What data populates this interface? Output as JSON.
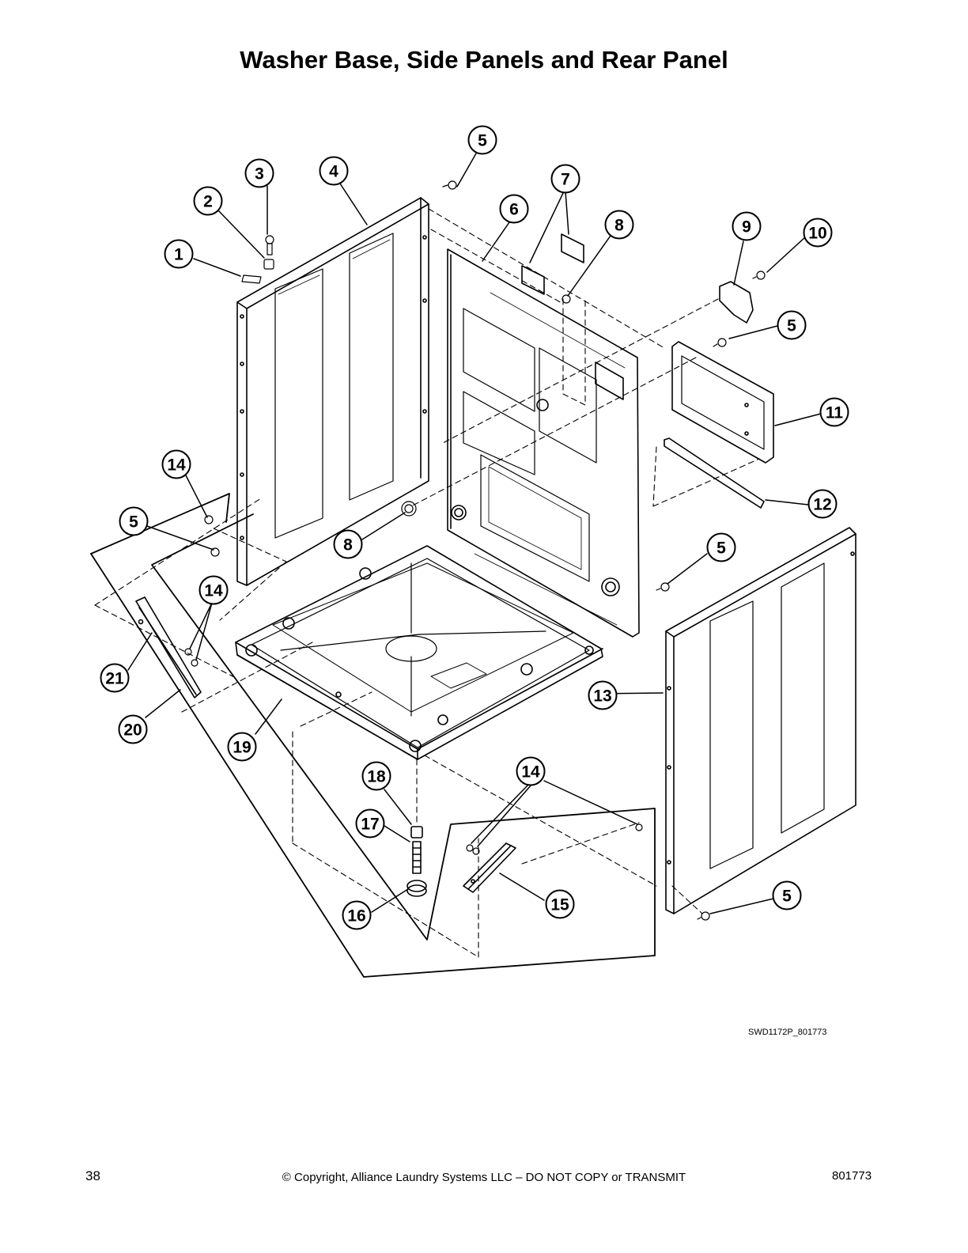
{
  "title": "Washer Base, Side Panels and Rear Panel",
  "figure_code": "SWD1172P_801773",
  "footer": {
    "page_number": "38",
    "copyright": "© Copyright, Alliance Laundry Systems LLC – DO NOT COPY or TRANSMIT",
    "doc_number": "801773"
  },
  "callouts": {
    "c1": "1",
    "c2": "2",
    "c3": "3",
    "c4": "4",
    "c5a": "5",
    "c6": "6",
    "c7": "7",
    "c8a": "8",
    "c9": "9",
    "c10": "10",
    "c5b": "5",
    "c11": "11",
    "c12": "12",
    "c14a": "14",
    "c5c": "5",
    "c8b": "8",
    "c5d": "5",
    "c14b": "14",
    "c13": "13",
    "c21": "21",
    "c20": "20",
    "c19": "19",
    "c18": "18",
    "c14c": "14",
    "c17": "17",
    "c15": "15",
    "c16": "16",
    "c5e": "5"
  }
}
